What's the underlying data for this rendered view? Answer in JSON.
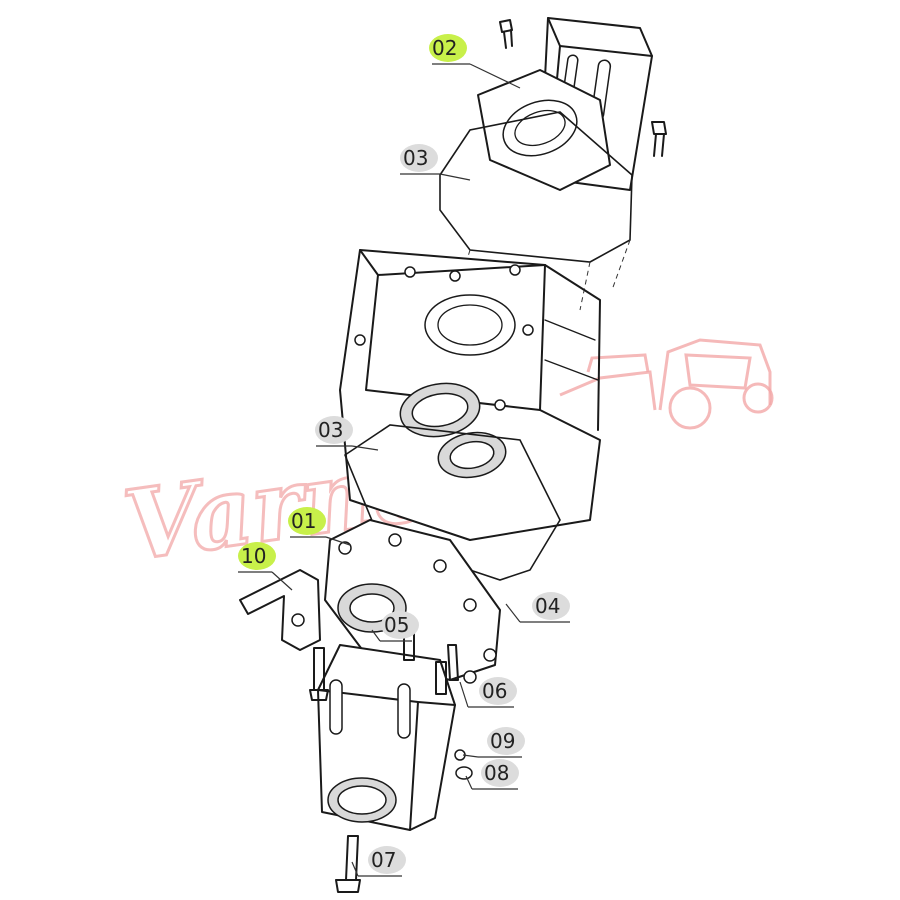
{
  "callouts": [
    {
      "id": "02",
      "label": "02",
      "highlight": true
    },
    {
      "id": "03a",
      "label": "03",
      "highlight": false
    },
    {
      "id": "03b",
      "label": "03",
      "highlight": false
    },
    {
      "id": "01",
      "label": "01",
      "highlight": true
    },
    {
      "id": "10",
      "label": "10",
      "highlight": true
    },
    {
      "id": "04",
      "label": "04",
      "highlight": false
    },
    {
      "id": "05",
      "label": "05",
      "highlight": false
    },
    {
      "id": "06",
      "label": "06",
      "highlight": false
    },
    {
      "id": "09",
      "label": "09",
      "highlight": false
    },
    {
      "id": "08",
      "label": "08",
      "highlight": false
    },
    {
      "id": "07",
      "label": "07",
      "highlight": false
    }
  ],
  "watermark": {
    "text": "Varnet"
  },
  "colors": {
    "highlight": "#c8f04a",
    "callout_ring": "#dcdcdc",
    "line": "#1a1a1a",
    "watermark": "#f2a7a7"
  }
}
